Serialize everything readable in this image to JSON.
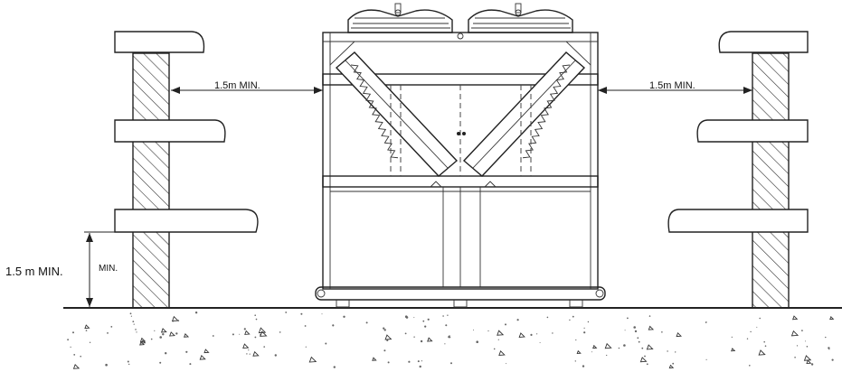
{
  "labels": {
    "left_clearance": "1.5m  MIN.",
    "right_clearance": "1.5m  MIN.",
    "height_clearance": "1.5 m MIN.",
    "height_min_tag": "MIN."
  }
}
